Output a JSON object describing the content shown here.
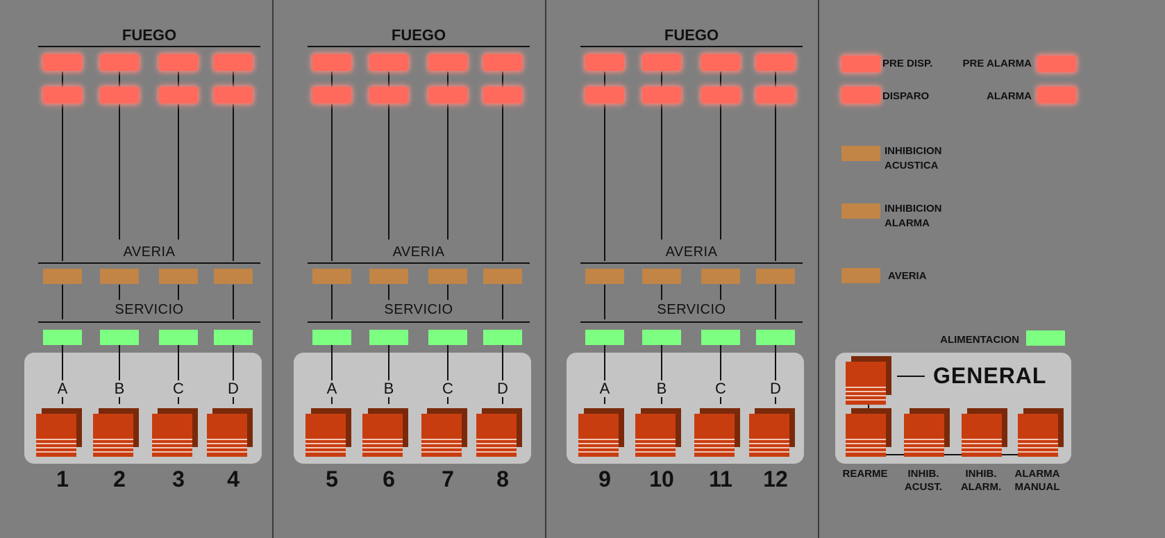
{
  "panel": {
    "zones": [
      {
        "title": "FUEGO",
        "averia_label": "AVERIA",
        "servicio_label": "SERVICIO",
        "letters": [
          "A",
          "B",
          "C",
          "D"
        ],
        "numbers": [
          "1",
          "2",
          "3",
          "4"
        ]
      },
      {
        "title": "FUEGO",
        "averia_label": "AVERIA",
        "servicio_label": "SERVICIO",
        "letters": [
          "A",
          "B",
          "C",
          "D"
        ],
        "numbers": [
          "5",
          "6",
          "7",
          "8"
        ]
      },
      {
        "title": "FUEGO",
        "averia_label": "AVERIA",
        "servicio_label": "SERVICIO",
        "letters": [
          "A",
          "B",
          "C",
          "D"
        ],
        "numbers": [
          "9",
          "10",
          "11",
          "12"
        ]
      }
    ],
    "legend": {
      "pre_disp": "PRE DISP.",
      "pre_alarma": "PRE ALARMA",
      "disparo": "DISPARO",
      "alarma": "ALARMA",
      "inhib_acustica": [
        "INHIBICION",
        "ACUSTICA"
      ],
      "inhib_alarma": [
        "INHIBICION",
        "ALARMA"
      ],
      "averia": "AVERIA",
      "alimentacion": "ALIMENTACION",
      "general": "GENERAL",
      "buttons": [
        [
          "REARME",
          ""
        ],
        [
          "INHIB.",
          "ACUST."
        ],
        [
          "INHIB.",
          "ALARM."
        ],
        [
          "ALARMA",
          "MANUAL"
        ]
      ]
    },
    "colors": {
      "panel_bg": "#7f7f7f",
      "fire_led": "#ff6a5c",
      "fault_led": "#c28546",
      "service_led": "#7dff82",
      "button_face": "#c83d10",
      "button_area": "#c4c4c4"
    },
    "icons": [
      "push-button-icon"
    ]
  }
}
